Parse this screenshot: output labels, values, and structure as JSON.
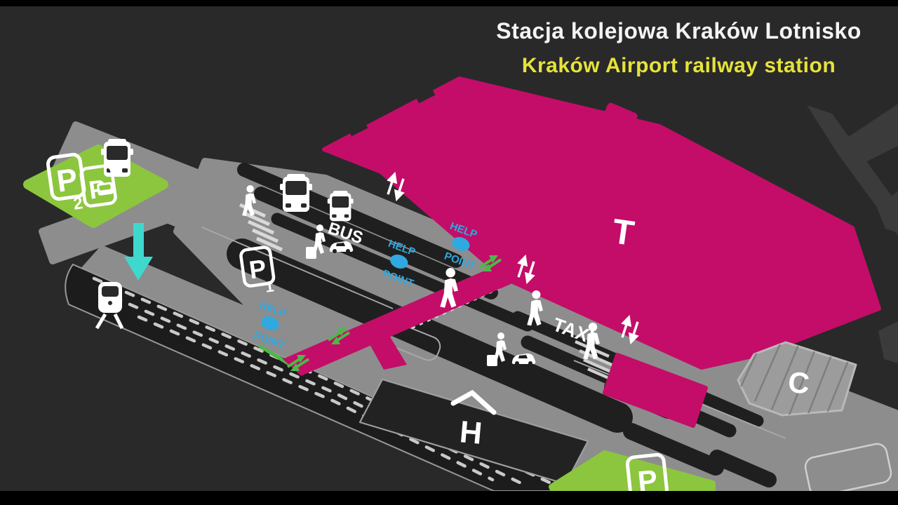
{
  "title": {
    "line1_pl": "Stacja kolejowa Kraków Lotnisko",
    "line2_en": "Kraków Airport railway station"
  },
  "labels": {
    "terminal": "T",
    "hotel": "H",
    "car_park": "C",
    "bus": "BUS",
    "taxi": "TAXI",
    "help_point": {
      "line1": "HELP",
      "line2": "POINT"
    },
    "parking_p2": {
      "letter": "P",
      "subscript": "2"
    },
    "parking_shuttle": {
      "letter": "P"
    },
    "parking_p1": {
      "letter": "P",
      "subscript": "1"
    },
    "parking_south": {
      "letter": "P"
    }
  },
  "icons": [
    "bus-icon",
    "train-icon",
    "car-icon",
    "pedestrian-icon",
    "luggage-trolley-icon",
    "airplane-icon",
    "elevator-arrows-icon",
    "escalator-arrows-icon",
    "down-arrow-icon",
    "help-point-marker"
  ],
  "colors": {
    "letterbox": "#000000",
    "background": "#292929",
    "road_gray": "#8D8D8D",
    "lane_dark": "#1F1F1F",
    "terminal_magenta": "#C30D68",
    "parking_green": "#8CC63E",
    "help_cyan": "#2FA9E0",
    "arrow_turquoise": "#3ED8CF",
    "escalator_green": "#4DB848",
    "title_white": "#F4F4F4",
    "title_yellow": "#E5E33B"
  }
}
